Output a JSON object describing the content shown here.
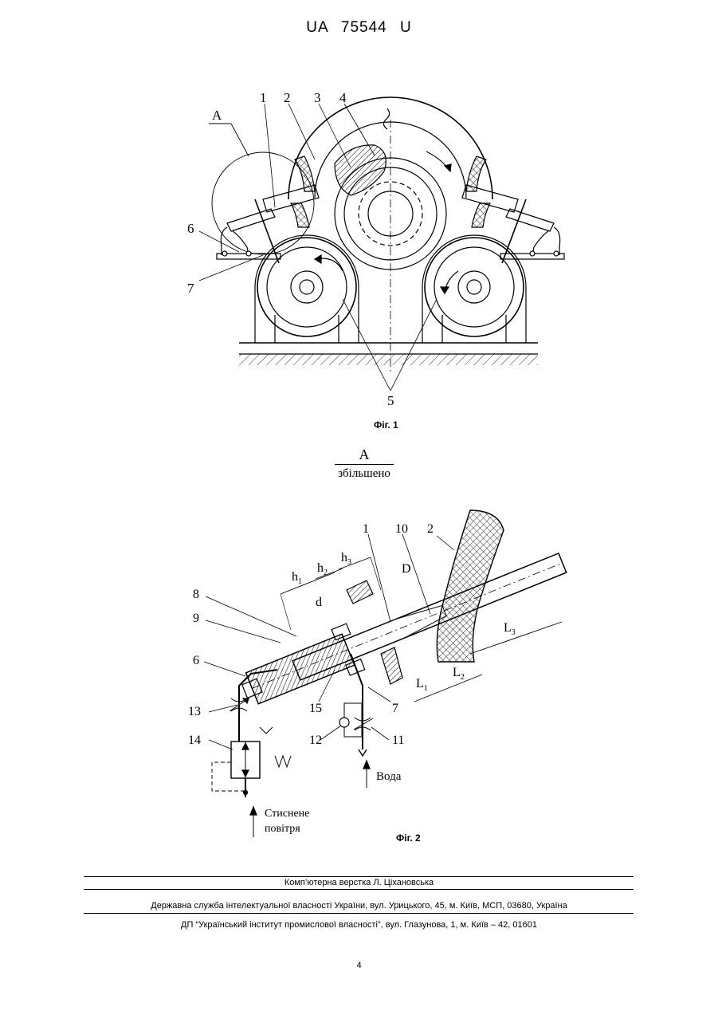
{
  "header": {
    "patent_number": "UA 75544 U"
  },
  "figure1": {
    "caption": "Фіг. 1",
    "view_callout": "A",
    "labels": [
      "1",
      "2",
      "3",
      "4",
      "5",
      "6",
      "7"
    ]
  },
  "view_title": {
    "letter": "A",
    "subtitle": "збільшено"
  },
  "figure2": {
    "caption": "Фіг. 2",
    "labels": [
      "1",
      "10",
      "2",
      "8",
      "9",
      "6",
      "13",
      "14",
      "15",
      "7",
      "12",
      "11"
    ],
    "dimensions": {
      "h1": "h",
      "h1_sub": "1",
      "h2": "h",
      "h2_sub": "2",
      "h3": "h",
      "h3_sub": "3",
      "d": "d",
      "D": "D",
      "L1": "L",
      "L1_sub": "1",
      "L2": "L",
      "L2_sub": "2",
      "L3": "L",
      "L3_sub": "3"
    },
    "water_label": "Вода",
    "air_label_line1": "Стиснене",
    "air_label_line2": "повітря"
  },
  "footer": {
    "layout_credit": "Комп’ютерна верстка Л. Ціхановська",
    "agency": "Державна служба інтелектуальної власності України, вул. Урицького, 45, м. Київ, МСП, 03680, Україна",
    "institute": "ДП “Український інститут промислової власності”, вул. Глазунова, 1, м. Київ – 42, 01601"
  },
  "page_number": "4"
}
